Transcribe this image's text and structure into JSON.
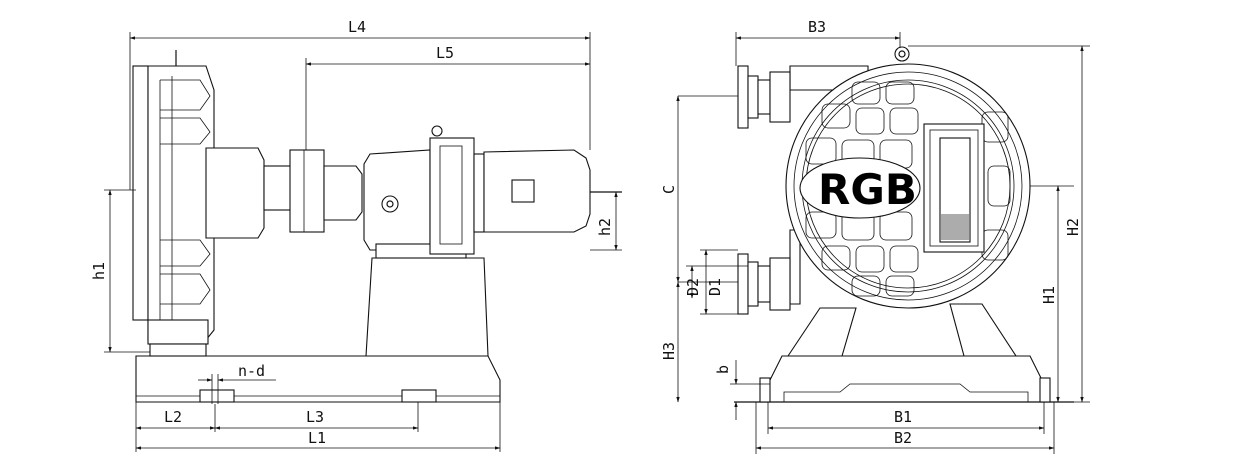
{
  "side_view": {
    "labels": {
      "L4": "L4",
      "L5": "L5",
      "h1": "h1",
      "h2": "h2",
      "n_d": "n-d",
      "L2": "L2",
      "L3": "L3",
      "L1": "L1"
    }
  },
  "front_view": {
    "brand": "RGB",
    "labels": {
      "B3": "B3",
      "C": "C",
      "H2": "H2",
      "H1": "H1",
      "H3": "H3",
      "D1": "D1",
      "D2": "D2",
      "b": "b",
      "B1": "B1",
      "B2": "B2"
    }
  },
  "colors": {
    "line": "#111111",
    "background": "#ffffff"
  }
}
